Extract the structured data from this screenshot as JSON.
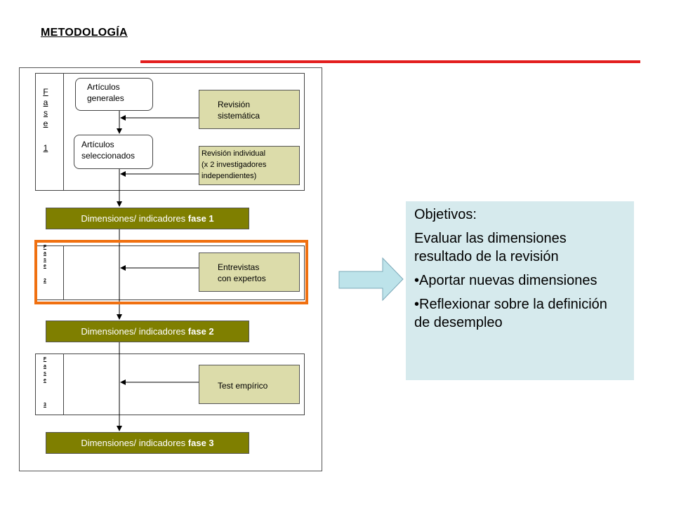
{
  "slide": {
    "title": "METODOLOGÍA"
  },
  "colors": {
    "title_rule": "#e31e1e",
    "olive": "#7f7f00",
    "tan": "#dcdcaa",
    "highlight": "#f07010",
    "objectives_bg": "#d6eaed",
    "arrow_fill": "#bde3ea",
    "arrow_stroke": "#7aa8b8"
  },
  "diagram": {
    "phase1": {
      "label": [
        "F",
        "a",
        "s",
        "e",
        "",
        "1"
      ],
      "box_generales": "Artículos\ngenerales",
      "box_seleccionados": "Artículos\nseleccionados",
      "revision_sistematica": "Revisión\nsistemática",
      "revision_individual": "Revisión individual\n(x 2 investigadores\nindependientes)"
    },
    "bar1": {
      "prefix": "Dimensiones/ indicadores ",
      "bold": "fase 1"
    },
    "phase2": {
      "label": [
        "F",
        "a",
        "s",
        "e",
        "",
        "2"
      ],
      "entrevistas": "Entrevistas\ncon expertos"
    },
    "bar2": {
      "prefix": "Dimensiones/ indicadores ",
      "bold": "fase 2"
    },
    "phase3": {
      "label": [
        "F",
        "a",
        "s",
        "e",
        "",
        "3"
      ],
      "test": "Test empírico"
    },
    "bar3": {
      "prefix": "Dimensiones/ indicadores ",
      "bold": "fase 3"
    }
  },
  "objectives": {
    "heading": "Objetivos:",
    "items": [
      " Evaluar las dimensiones resultado de la revisión",
      "•Aportar nuevas dimensiones",
      "•Reflexionar sobre la definición de desempleo"
    ]
  }
}
